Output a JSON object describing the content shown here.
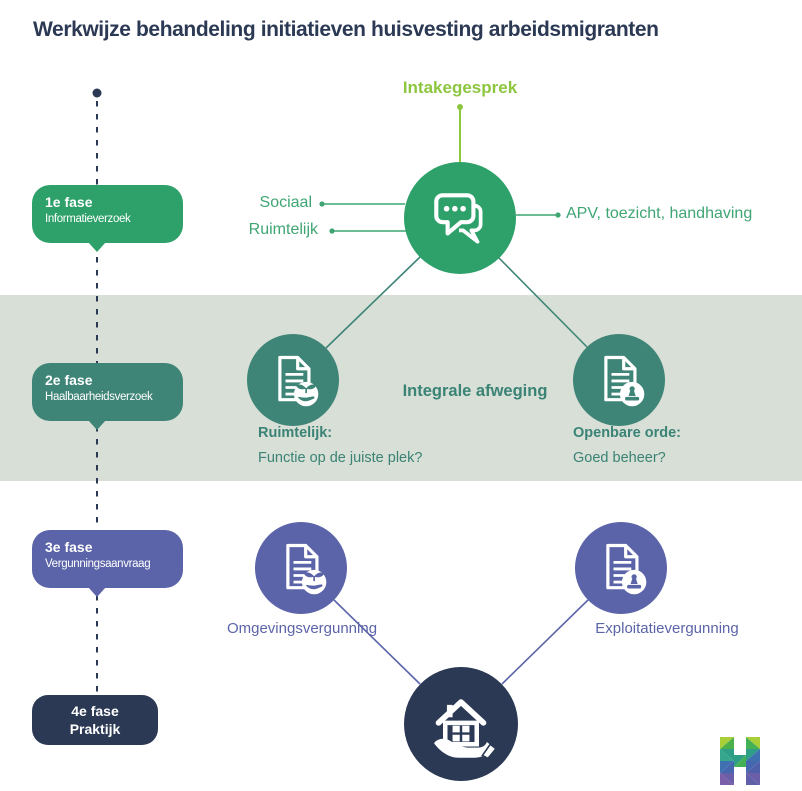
{
  "title": "Werkwijze behandeling initiatieven huisvesting arbeidsmigranten",
  "colors": {
    "navy": "#2B3954",
    "green": "#2EA16A",
    "green_text": "#3FA573",
    "lime": "#8DC63F",
    "teal": "#3E8577",
    "teal_text": "#3A8375",
    "purple": "#5B64A8",
    "band_background": "#D7DFD7"
  },
  "timeline": {
    "phases": [
      {
        "label": "1e fase",
        "sublabel": "Informatieverzoek",
        "color": "#2EA16A"
      },
      {
        "label": "2e fase",
        "sublabel": "Haalbaarheidsverzoek",
        "color": "#3E8577"
      },
      {
        "label": "3e fase",
        "sublabel": "Vergunningsaanvraag",
        "color": "#5B64A8"
      },
      {
        "label": "4e fase",
        "sublabel": "Praktijk",
        "color": "#2B3954"
      }
    ]
  },
  "intake": {
    "title": "Intakegesprek",
    "icon": "chat-bubbles-icon",
    "left_labels": [
      "Sociaal",
      "Ruimtelijk"
    ],
    "right_label": "APV, toezicht, handhaving"
  },
  "assessment": {
    "center_label": "Integrale afweging",
    "left": {
      "icon": "document-sprout-icon",
      "title": "Ruimtelijk:",
      "question": "Functie op de juiste plek?"
    },
    "right": {
      "icon": "document-stamp-icon",
      "title": "Openbare orde:",
      "question": "Goed beheer?"
    }
  },
  "permits": {
    "left": {
      "icon": "document-sprout-icon",
      "label": "Omgevingsvergunning"
    },
    "right": {
      "icon": "document-stamp-icon",
      "label": "Exploitatievergunning"
    }
  },
  "practice": {
    "icon": "house-in-hand-icon"
  },
  "logo": {
    "icon": "h-gradient-logo"
  }
}
